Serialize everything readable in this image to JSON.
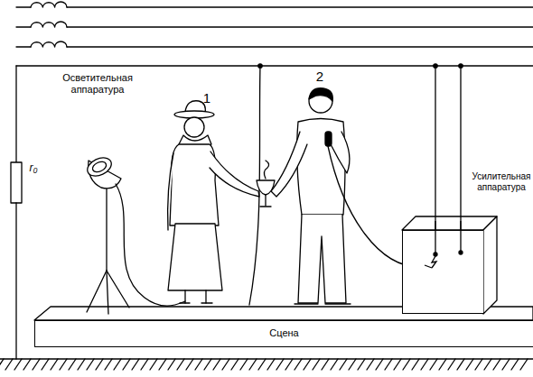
{
  "diagram": {
    "nodes": [
      {
        "text": [
          "Сцена"
        ]
      },
      {
        "text": [
          "Усилительная аппаратура"
        ]
      }
    ],
    "labels": [
      "Осветительная аппаратура",
      "1",
      "2",
      "r₀"
    ]
  }
}
